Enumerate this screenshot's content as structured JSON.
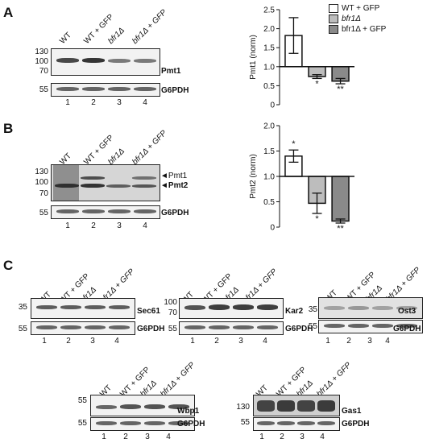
{
  "panels": {
    "a_label": "A",
    "b_label": "B",
    "c_label": "C"
  },
  "lanes": {
    "wt": "WT",
    "wt_gfp": "WT + GFP",
    "bfr1": "bfr1Δ",
    "bfr1_gfp": "bfr1Δ + GFP",
    "numbers": [
      "1",
      "2",
      "3",
      "4"
    ]
  },
  "panel_a": {
    "mw_top": [
      "130",
      "100",
      "70"
    ],
    "mw_bottom": "55",
    "protein": "Pmt1",
    "control": "G6PDH"
  },
  "panel_b": {
    "mw_top": [
      "130",
      "100",
      "70"
    ],
    "mw_bottom": "55",
    "protein1": "◄Pmt1",
    "protein2": "◄Pmt2",
    "control": "G6PDH"
  },
  "panel_c": {
    "sec61": {
      "mw_top": "35",
      "mw_bottom": "55",
      "protein": "Sec61",
      "control": "G6PDH"
    },
    "kar2": {
      "mw_top": [
        "100",
        "70"
      ],
      "mw_bottom": "55",
      "protein": "Kar2",
      "control": "G6PDH"
    },
    "ost3": {
      "mw_top": "35",
      "mw_bottom": "55",
      "protein": "Ost3",
      "control": "G6PDH"
    },
    "wbp1": {
      "mw_top": "55",
      "mw_bottom": "55",
      "protein": "Wbp1",
      "control": "G6PDH"
    },
    "gas1": {
      "mw_top": "130",
      "mw_bottom": "55",
      "protein": "Gas1",
      "control": "G6PDH"
    }
  },
  "legend": {
    "items": [
      {
        "label": "WT + GFP",
        "color": "#ffffff"
      },
      {
        "label": "bfr1Δ",
        "color": "#bdbdbd"
      },
      {
        "label": "bfr1Δ + GFP",
        "color": "#8a8a8a"
      }
    ]
  },
  "chart_data": [
    {
      "type": "bar",
      "ylabel": "Pmt1 (norm)",
      "ylim": [
        0,
        2.5
      ],
      "yticks": [
        "0",
        "0.5",
        "1.0",
        "1.5",
        "2.0",
        "2.5"
      ],
      "baseline": 1.0,
      "categories": [
        "WT + GFP",
        "bfr1Δ",
        "bfr1Δ + GFP"
      ],
      "values": [
        1.82,
        0.74,
        0.62
      ],
      "errors": [
        0.47,
        0.05,
        0.07
      ],
      "significance": [
        "",
        "*",
        "**"
      ],
      "colors": [
        "#ffffff",
        "#bdbdbd",
        "#8a8a8a"
      ]
    },
    {
      "type": "bar",
      "ylabel": "Pmt2 (norm)",
      "ylim": [
        0,
        2.0
      ],
      "yticks": [
        "0",
        "0.5",
        "1.0",
        "1.5",
        "2.0"
      ],
      "baseline": 1.0,
      "categories": [
        "WT + GFP",
        "bfr1Δ",
        "bfr1Δ + GFP"
      ],
      "values": [
        1.4,
        0.47,
        0.12
      ],
      "errors": [
        0.12,
        0.2,
        0.04
      ],
      "significance": [
        "*",
        "*",
        "**"
      ],
      "colors": [
        "#ffffff",
        "#bdbdbd",
        "#8a8a8a"
      ]
    }
  ]
}
